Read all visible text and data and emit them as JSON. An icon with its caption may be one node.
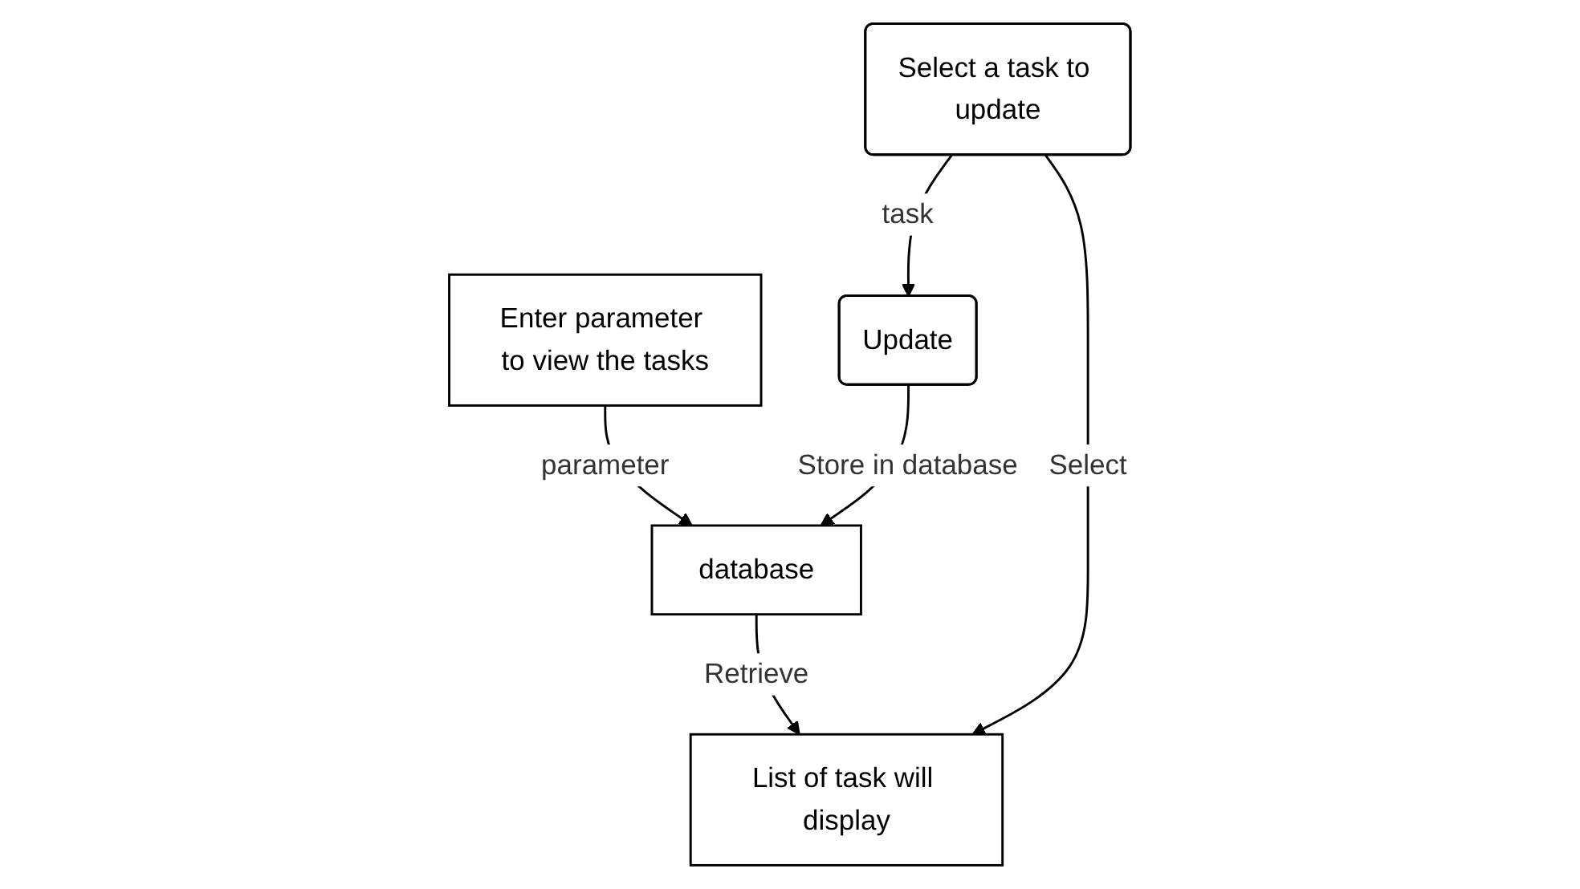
{
  "diagram": {
    "nodes": [
      {
        "text": [
          "Enter parameter to view the tasks"
        ]
      },
      {
        "text": [
          "database"
        ]
      },
      {
        "text": [
          "List of task will display"
        ]
      },
      {
        "text": [
          "Select a task to update"
        ]
      },
      {
        "text": [
          "Update"
        ]
      }
    ],
    "edges": [
      {
        "from": 0,
        "to": 1,
        "label": "parameter",
        "arrow": "to"
      },
      {
        "from": 1,
        "to": 2,
        "label": "Retrieve",
        "arrow": "to"
      },
      {
        "from": 3,
        "to": 2,
        "label": "Select",
        "arrow": "to"
      },
      {
        "from": 3,
        "to": 4,
        "label": "task",
        "arrow": "to"
      },
      {
        "from": 4,
        "to": 1,
        "label": "Store in database",
        "arrow": "to"
      }
    ]
  }
}
